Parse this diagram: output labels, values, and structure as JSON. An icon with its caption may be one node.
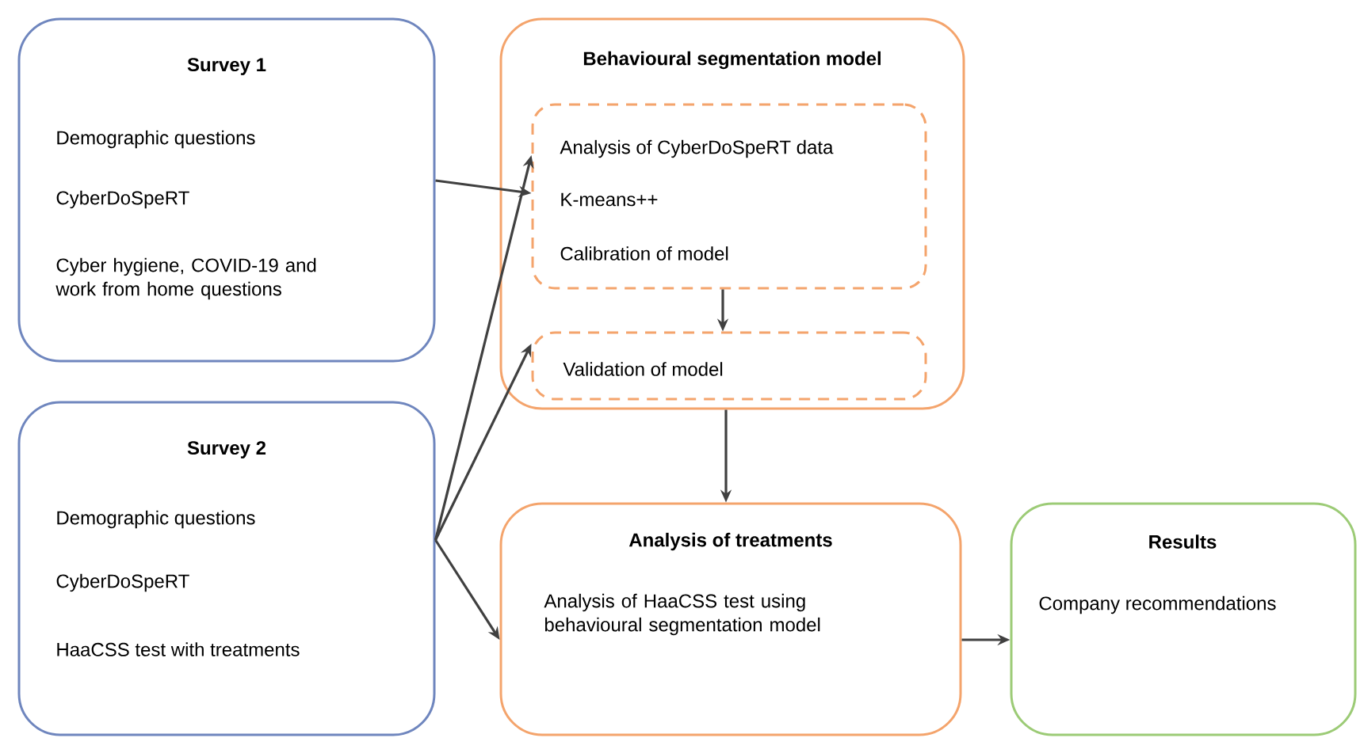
{
  "diagram": {
    "nodes": [
      {
        "text": [
          "Survey 1",
          "Demographic questions",
          "CyberDoSpeRT",
          "Cyber hygiene, COVID-19 and work from home questions"
        ]
      },
      {
        "text": [
          "Behavioural segmentation model"
        ]
      },
      {
        "text": [
          "Analysis of CyberDoSpeRT data",
          "K-means++",
          "Calibration of model"
        ],
        "in": 1
      },
      {
        "text": [
          "Validation of model"
        ],
        "in": 1
      },
      {
        "text": [
          "Survey 2",
          "Demographic questions",
          "CyberDoSpeRT",
          "HaaCSS test with treatments"
        ]
      },
      {
        "text": [
          "Analysis of treatments",
          "Analysis of HaaCSS test using behavioural segmentation model"
        ]
      },
      {
        "text": [
          "Results",
          "Company recommendations"
        ]
      }
    ],
    "edges": [
      {
        "from": 0,
        "to": 2,
        "arrow": "to"
      },
      {
        "from": 2,
        "to": 3,
        "arrow": "to"
      },
      {
        "from": 1,
        "to": 5,
        "arrow": "to"
      },
      {
        "from": 4,
        "to": 2,
        "arrow": "to"
      },
      {
        "from": 4,
        "to": 3,
        "arrow": "to"
      },
      {
        "from": 4,
        "to": 5,
        "arrow": "to"
      },
      {
        "from": 5,
        "to": 6,
        "arrow": "to"
      }
    ]
  }
}
